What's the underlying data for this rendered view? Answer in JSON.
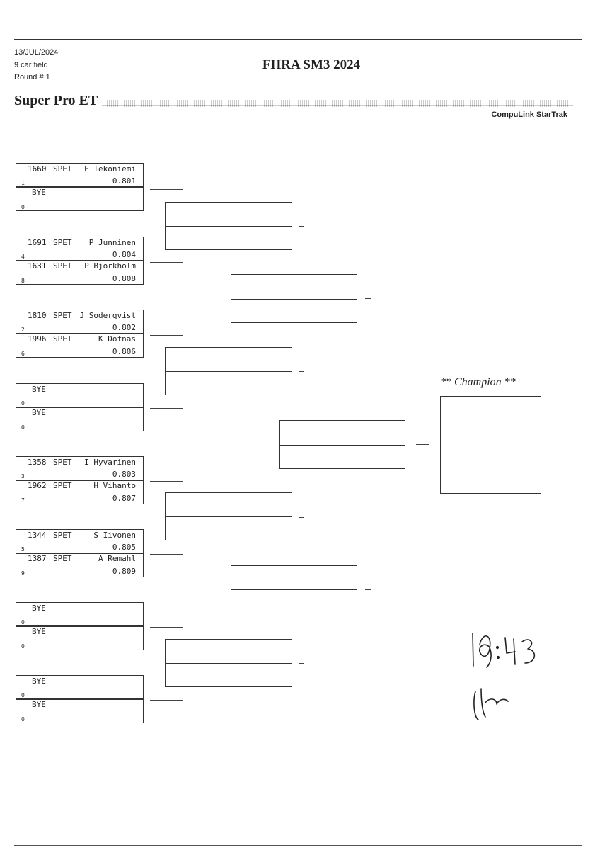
{
  "header": {
    "date": "13/JUL/2024",
    "field": "9 car field",
    "round": "Round # 1",
    "event_title": "FHRA SM3 2024",
    "class_title": "Super Pro ET",
    "brand": "CompuLink StarTrak"
  },
  "pairs": [
    {
      "top": {
        "bye": false,
        "num": "1660",
        "cls": "SPET",
        "driver": "E Tekoniemi",
        "seed": "1",
        "rt": "0.801"
      },
      "bottom": {
        "bye": true,
        "label": "BYE",
        "seed": "0"
      }
    },
    {
      "top": {
        "bye": false,
        "num": "1691",
        "cls": "SPET",
        "driver": "P Junninen",
        "seed": "4",
        "rt": "0.804"
      },
      "bottom": {
        "bye": false,
        "num": "1631",
        "cls": "SPET",
        "driver": "P Bjorkholm",
        "seed": "8",
        "rt": "0.808"
      }
    },
    {
      "top": {
        "bye": false,
        "num": "1810",
        "cls": "SPET",
        "driver": "J Soderqvist",
        "seed": "2",
        "rt": "0.802"
      },
      "bottom": {
        "bye": false,
        "num": "1996",
        "cls": "SPET",
        "driver": "K Dofnas",
        "seed": "6",
        "rt": "0.806"
      }
    },
    {
      "top": {
        "bye": true,
        "label": "BYE",
        "seed": "0"
      },
      "bottom": {
        "bye": true,
        "label": "BYE",
        "seed": "0"
      }
    },
    {
      "top": {
        "bye": false,
        "num": "1358",
        "cls": "SPET",
        "driver": "I Hyvarinen",
        "seed": "3",
        "rt": "0.803"
      },
      "bottom": {
        "bye": false,
        "num": "1962",
        "cls": "SPET",
        "driver": "H Vihanto",
        "seed": "7",
        "rt": "0.807"
      }
    },
    {
      "top": {
        "bye": false,
        "num": "1344",
        "cls": "SPET",
        "driver": "S Iivonen",
        "seed": "5",
        "rt": "0.805"
      },
      "bottom": {
        "bye": false,
        "num": "1387",
        "cls": "SPET",
        "driver": "A Remahl",
        "seed": "9",
        "rt": "0.809"
      }
    },
    {
      "top": {
        "bye": true,
        "label": "BYE",
        "seed": "0"
      },
      "bottom": {
        "bye": true,
        "label": "BYE",
        "seed": "0"
      }
    },
    {
      "top": {
        "bye": true,
        "label": "BYE",
        "seed": "0"
      },
      "bottom": {
        "bye": true,
        "label": "BYE",
        "seed": "0"
      }
    }
  ],
  "champion_label": "** Champion **",
  "handwriting": {
    "time": "19:43",
    "initials": "signature"
  }
}
